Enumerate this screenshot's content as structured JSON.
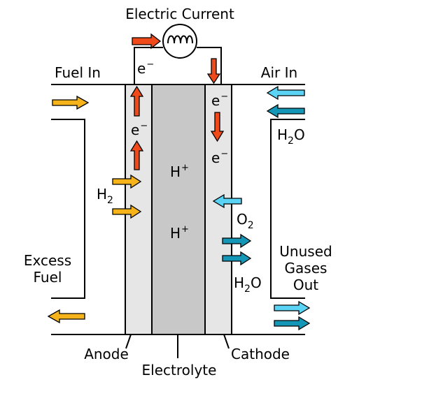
{
  "labels": {
    "electric_current": "Electric Current",
    "fuel_in": "Fuel In",
    "air_in": "Air In",
    "excess_fuel_line1": "Excess",
    "excess_fuel_line2": "Fuel",
    "unused_gases_line1": "Unused",
    "unused_gases_line2": "Gases",
    "unused_gases_line3": "Out",
    "anode": "Anode",
    "electrolyte": "Electrolyte",
    "cathode": "Cathode"
  },
  "species": {
    "electron": "e",
    "electron_charge": "−",
    "proton": "H",
    "proton_charge": "+",
    "hydrogen": "H",
    "hydrogen_sub": "2",
    "oxygen": "O",
    "oxygen_sub": "2",
    "water_h": "H",
    "water_sub": "2",
    "water_o": "O"
  },
  "colors": {
    "electron_arrow": "#f04a1b",
    "fuel_arrow": "#f7b41a",
    "air_arrow": "#5bd3f5",
    "exhaust_arrow": "#1496b6",
    "electrode": "#e6e6e6",
    "electrolyte": "#c8c8c8"
  }
}
